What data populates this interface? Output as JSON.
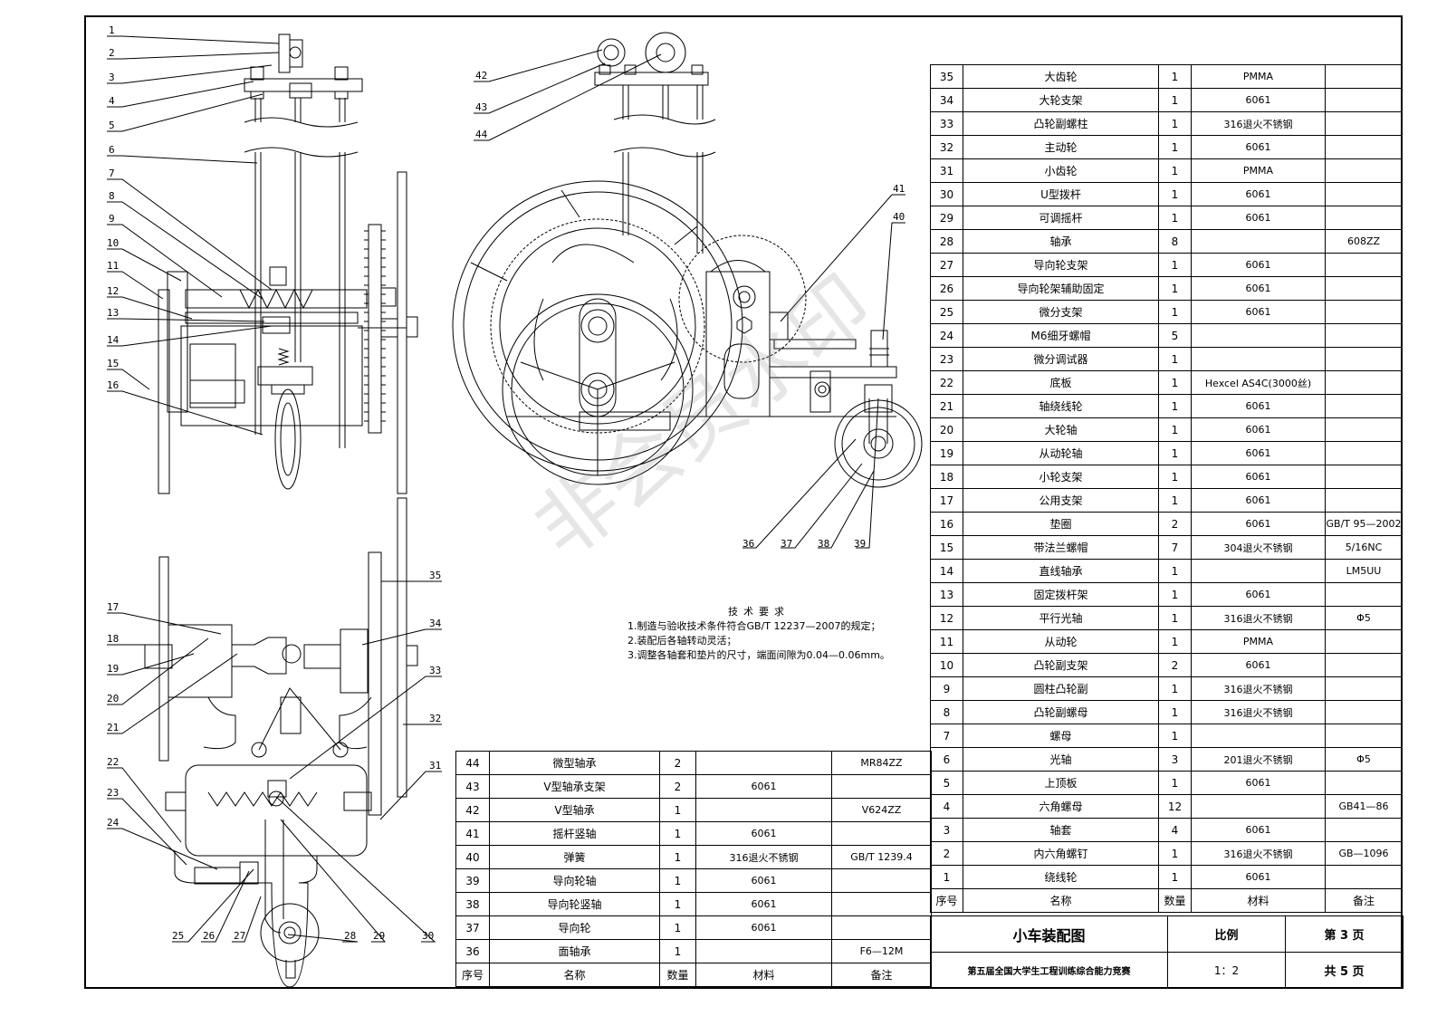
{
  "callouts_left": [
    "1",
    "2",
    "3",
    "4",
    "5",
    "6",
    "7",
    "8",
    "9",
    "10",
    "11",
    "12",
    "13",
    "14",
    "15",
    "16"
  ],
  "callouts_side": [
    "17",
    "18",
    "19",
    "20",
    "21",
    "22",
    "23",
    "24"
  ],
  "callouts_bottom": [
    "25",
    "26",
    "27",
    "28",
    "29",
    "30"
  ],
  "callouts_right_view": [
    "31",
    "32",
    "33",
    "34",
    "35"
  ],
  "callouts_front": [
    "36",
    "37",
    "38",
    "39",
    "40",
    "41",
    "42",
    "43",
    "44"
  ],
  "bom_right": [
    {
      "no": "35",
      "name": "大齿轮",
      "qty": "1",
      "mat": "PMMA",
      "note": ""
    },
    {
      "no": "34",
      "name": "大轮支架",
      "qty": "1",
      "mat": "6061",
      "note": ""
    },
    {
      "no": "33",
      "name": "凸轮副螺柱",
      "qty": "1",
      "mat": "316退火不锈钢",
      "note": ""
    },
    {
      "no": "32",
      "name": "主动轮",
      "qty": "1",
      "mat": "6061",
      "note": ""
    },
    {
      "no": "31",
      "name": "小齿轮",
      "qty": "1",
      "mat": "PMMA",
      "note": ""
    },
    {
      "no": "30",
      "name": "U型拨杆",
      "qty": "1",
      "mat": "6061",
      "note": ""
    },
    {
      "no": "29",
      "name": "可调摇杆",
      "qty": "1",
      "mat": "6061",
      "note": ""
    },
    {
      "no": "28",
      "name": "轴承",
      "qty": "8",
      "mat": "",
      "note": "608ZZ"
    },
    {
      "no": "27",
      "name": "导向轮支架",
      "qty": "1",
      "mat": "6061",
      "note": ""
    },
    {
      "no": "26",
      "name": "导向轮架辅助固定",
      "qty": "1",
      "mat": "6061",
      "note": ""
    },
    {
      "no": "25",
      "name": "微分支架",
      "qty": "1",
      "mat": "6061",
      "note": ""
    },
    {
      "no": "24",
      "name": "M6细牙螺帽",
      "qty": "5",
      "mat": "",
      "note": ""
    },
    {
      "no": "23",
      "name": "微分调试器",
      "qty": "1",
      "mat": "",
      "note": ""
    },
    {
      "no": "22",
      "name": "底板",
      "qty": "1",
      "mat": "Hexcel AS4C(3000丝)",
      "note": ""
    },
    {
      "no": "21",
      "name": "轴绕线轮",
      "qty": "1",
      "mat": "6061",
      "note": ""
    },
    {
      "no": "20",
      "name": "大轮轴",
      "qty": "1",
      "mat": "6061",
      "note": ""
    },
    {
      "no": "19",
      "name": "从动轮轴",
      "qty": "1",
      "mat": "6061",
      "note": ""
    },
    {
      "no": "18",
      "name": "小轮支架",
      "qty": "1",
      "mat": "6061",
      "note": ""
    },
    {
      "no": "17",
      "name": "公用支架",
      "qty": "1",
      "mat": "6061",
      "note": ""
    },
    {
      "no": "16",
      "name": "垫圈",
      "qty": "2",
      "mat": "6061",
      "note": "GB/T 95—2002"
    },
    {
      "no": "15",
      "name": "带法兰螺帽",
      "qty": "7",
      "mat": "304退火不锈钢",
      "note": "5/16NC"
    },
    {
      "no": "14",
      "name": "直线轴承",
      "qty": "1",
      "mat": "",
      "note": "LM5UU"
    },
    {
      "no": "13",
      "name": "固定拨杆架",
      "qty": "1",
      "mat": "6061",
      "note": ""
    },
    {
      "no": "12",
      "name": "平行光轴",
      "qty": "1",
      "mat": "316退火不锈钢",
      "note": "Φ5"
    },
    {
      "no": "11",
      "name": "从动轮",
      "qty": "1",
      "mat": "PMMA",
      "note": ""
    },
    {
      "no": "10",
      "name": "凸轮副支架",
      "qty": "2",
      "mat": "6061",
      "note": ""
    },
    {
      "no": "9",
      "name": "圆柱凸轮副",
      "qty": "1",
      "mat": "316退火不锈钢",
      "note": ""
    },
    {
      "no": "8",
      "name": "凸轮副螺母",
      "qty": "1",
      "mat": "316退火不锈钢",
      "note": ""
    },
    {
      "no": "7",
      "name": "螺母",
      "qty": "1",
      "mat": "",
      "note": ""
    },
    {
      "no": "6",
      "name": "光轴",
      "qty": "3",
      "mat": "201退火不锈钢",
      "note": "Φ5"
    },
    {
      "no": "5",
      "name": "上顶板",
      "qty": "1",
      "mat": "6061",
      "note": ""
    },
    {
      "no": "4",
      "name": "六角螺母",
      "qty": "12",
      "mat": "",
      "note": "GB41—86"
    },
    {
      "no": "3",
      "name": "轴套",
      "qty": "4",
      "mat": "6061",
      "note": ""
    },
    {
      "no": "2",
      "name": "内六角螺钉",
      "qty": "1",
      "mat": "316退火不锈钢",
      "note": "GB—1096"
    },
    {
      "no": "1",
      "name": "绕线轮",
      "qty": "1",
      "mat": "6061",
      "note": ""
    }
  ],
  "bom_right_header": {
    "no": "序号",
    "name": "名称",
    "qty": "数量",
    "mat": "材料",
    "note": "备注"
  },
  "bom_bottom": [
    {
      "no": "44",
      "name": "微型轴承",
      "qty": "2",
      "mat": "",
      "note": "MR84ZZ"
    },
    {
      "no": "43",
      "name": "V型轴承支架",
      "qty": "2",
      "mat": "6061",
      "note": ""
    },
    {
      "no": "42",
      "name": "V型轴承",
      "qty": "1",
      "mat": "",
      "note": "V624ZZ"
    },
    {
      "no": "41",
      "name": "摇杆竖轴",
      "qty": "1",
      "mat": "6061",
      "note": ""
    },
    {
      "no": "40",
      "name": "弹簧",
      "qty": "1",
      "mat": "316退火不锈钢",
      "note": "GB/T 1239.4"
    },
    {
      "no": "39",
      "name": "导向轮轴",
      "qty": "1",
      "mat": "6061",
      "note": ""
    },
    {
      "no": "38",
      "name": "导向轮竖轴",
      "qty": "1",
      "mat": "6061",
      "note": ""
    },
    {
      "no": "37",
      "name": "导向轮",
      "qty": "1",
      "mat": "6061",
      "note": ""
    },
    {
      "no": "36",
      "name": "面轴承",
      "qty": "1",
      "mat": "",
      "note": "F6—12M"
    }
  ],
  "bom_bottom_header": {
    "no": "序号",
    "name": "名称",
    "qty": "数量",
    "mat": "材料",
    "note": "备注"
  },
  "title_block": {
    "drawing_name": "小车装配图",
    "scale_label": "比例",
    "scale_value": "1：2",
    "sheet": "第 3 页",
    "total": "共 5 页",
    "competition": "第五届全国大学生工程训练综合能力竞赛"
  },
  "tech_requirements": {
    "title": "技术要求",
    "items": [
      "1.制造与验收技术条件符合GB/T 12237—2007的规定；",
      "2.装配后各轴转动灵活；",
      "3.调整各轴套和垫片的尺寸，端面间隙为0.04—0.06mm。"
    ]
  },
  "watermark": "非会员水印"
}
